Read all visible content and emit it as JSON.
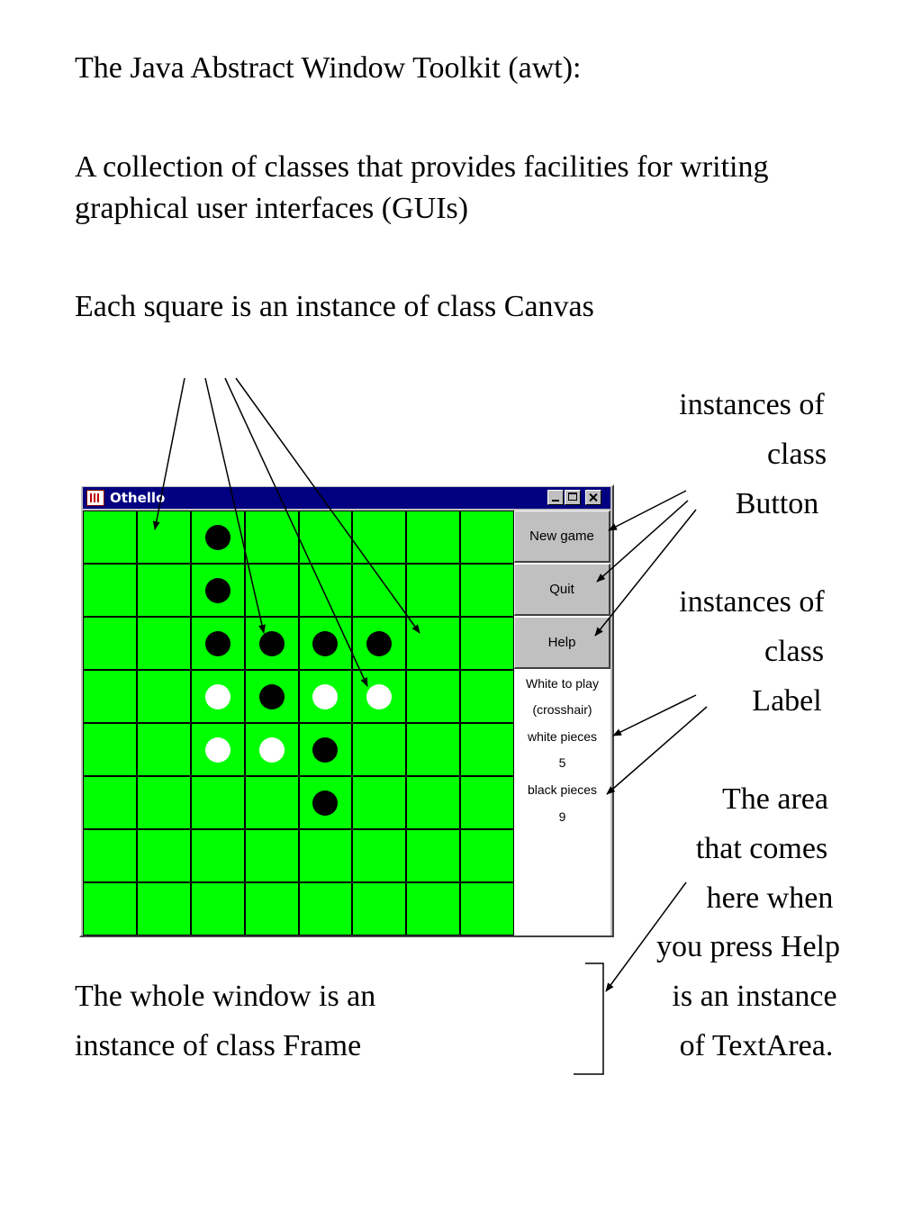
{
  "heading": "The Java Abstract Window Toolkit (awt):",
  "paragraph1": [
    "A collection of classes that provides facilities for writing",
    "graphical user interfaces (GUIs)"
  ],
  "paragraph2": "Each square is an instance of class Canvas",
  "annotations": {
    "button": [
      "instances of",
      "class",
      "Button"
    ],
    "label": [
      "instances of",
      "class",
      "Label"
    ],
    "textarea": [
      "The area",
      "that comes",
      "here when",
      "you press Help",
      "is an instance",
      "of TextArea."
    ],
    "frame": [
      "The whole window is an",
      "instance of class Frame"
    ]
  },
  "window": {
    "title": "Othello",
    "buttons": [
      "New game",
      "Quit",
      "Help"
    ],
    "labels": [
      "White to play",
      "(crosshair)",
      "white pieces",
      "5",
      "black pieces",
      "9"
    ]
  },
  "board": {
    "size": 8,
    "board_color": "#00ff00",
    "black_color": "#000000",
    "white_color": "#ffffff",
    "rows": [
      "..B.....",
      "..B.....",
      "..BBBB..",
      "..WBWW..",
      "..WWB...",
      "....B...",
      "........",
      "........"
    ]
  }
}
